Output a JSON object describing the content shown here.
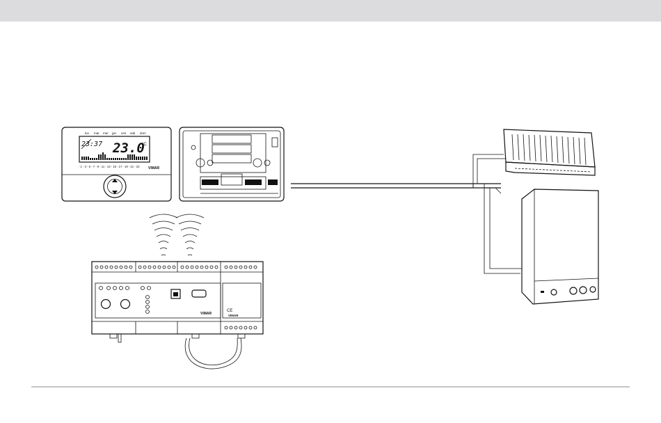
{
  "thermostat": {
    "days": [
      "lun",
      "mar",
      "mer",
      "gio",
      "ven",
      "sab",
      "dom"
    ],
    "time": "23:37",
    "temperature": "23.0",
    "unit": "°C",
    "hour_scale": "- 1 - 3 - 5 - 7 - 9 - 11 - 13 - 15 - 17 - 19 - 21 - 23",
    "brand": "VIMAR"
  },
  "module": {
    "ce_mark": "CE",
    "brand": "VIMAR"
  },
  "colors": {
    "header_band": "#dcdcde",
    "footer_rule": "#c4c4c6",
    "line_art": "#111111"
  }
}
